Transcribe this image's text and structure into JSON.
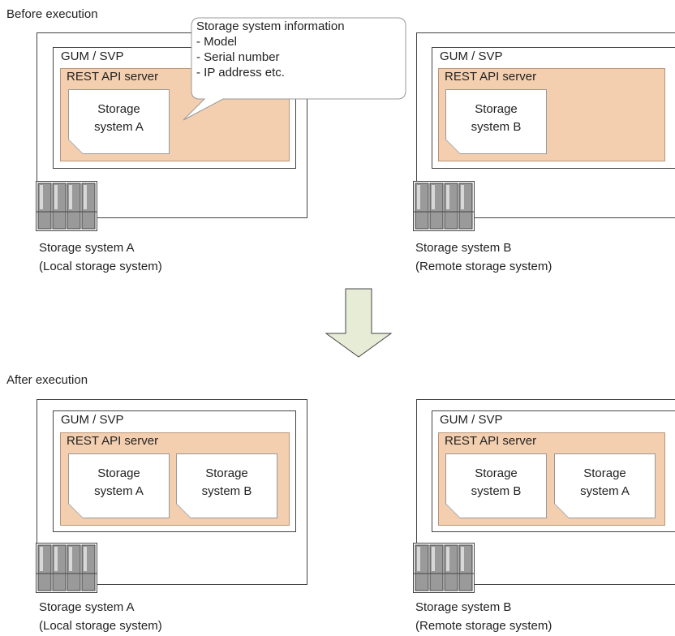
{
  "before": {
    "title": "Before execution",
    "local": {
      "gum_label": "GUM / SVP",
      "rest_label": "REST API server",
      "docs": [
        {
          "line1": "Storage",
          "line2": "system A"
        }
      ],
      "caption_line1": "Storage system A",
      "caption_line2": "(Local storage system)"
    },
    "remote": {
      "gum_label": "GUM / SVP",
      "rest_label": "REST API server",
      "docs": [
        {
          "line1": "Storage",
          "line2": "system B"
        }
      ],
      "caption_line1": "Storage system B",
      "caption_line2": "(Remote storage system)"
    },
    "callout": {
      "title": "Storage system information",
      "items": [
        "- Model",
        "- Serial number",
        "- IP address etc."
      ]
    }
  },
  "after": {
    "title": "After execution",
    "local": {
      "gum_label": "GUM / SVP",
      "rest_label": "REST API server",
      "docs": [
        {
          "line1": "Storage",
          "line2": "system A"
        },
        {
          "line1": "Storage",
          "line2": "system B"
        }
      ],
      "caption_line1": "Storage system A",
      "caption_line2": "(Local storage system)"
    },
    "remote": {
      "gum_label": "GUM / SVP",
      "rest_label": "REST API server",
      "docs": [
        {
          "line1": "Storage",
          "line2": "system B"
        },
        {
          "line1": "Storage",
          "line2": "system A"
        }
      ],
      "caption_line1": "Storage system B",
      "caption_line2": "(Remote storage system)"
    }
  },
  "colors": {
    "rest_fill": "#f3cfaf",
    "arrow_fill": "#e6ecd6",
    "line": "#444444"
  }
}
